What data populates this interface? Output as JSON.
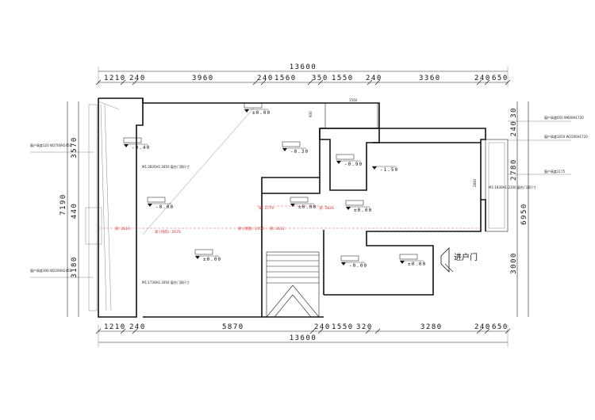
{
  "overall": {
    "top": "13600",
    "bottom": "13600",
    "right": "6950",
    "left": "7190"
  },
  "top_dims": [
    "1210",
    "240",
    "3960",
    "240",
    "1560",
    "350",
    "1550",
    "240",
    "3360",
    "240",
    "650"
  ],
  "bottom_dims": [
    "1210",
    "240",
    "5870",
    "240",
    "1550",
    "320",
    "3280",
    "240",
    "650"
  ],
  "left_dims": [
    "3570",
    "440",
    "3180"
  ],
  "right_dims": [
    "30",
    "240",
    "2780",
    "3000"
  ],
  "top_inner": "1550",
  "entry_label": "进户门",
  "level_marks": [
    "±0.00",
    "-0.00",
    "±0.00",
    "-0.30",
    "-0.90",
    "-1.50",
    "±0.00",
    "±0.00",
    "-0.00",
    "±0.00",
    "-0.40"
  ],
  "red_notes": [
    "梁: 2610",
    "梁 (顶底): 2676",
    "梁 (顶底): 2700",
    "梁: 2612",
    "梁: 2779",
    "梁: 2826"
  ],
  "side_notes": [
    "窗户高度120 W2700H2450",
    "窗户高度300 W2200H2450",
    "窗户高度650 W600H1720",
    "窗户高度1650 W2200H1720",
    "窗户高度1175"
  ],
  "door_notes": [
    "M1:2835H1:2850 窗台门洞尺寸",
    "M1:1730H1:2850 窗台门洞尺寸",
    "M1:1830H1:2200 窗台门洞尺寸"
  ],
  "colors": {
    "line": "#111111",
    "red": "#dd3333"
  }
}
